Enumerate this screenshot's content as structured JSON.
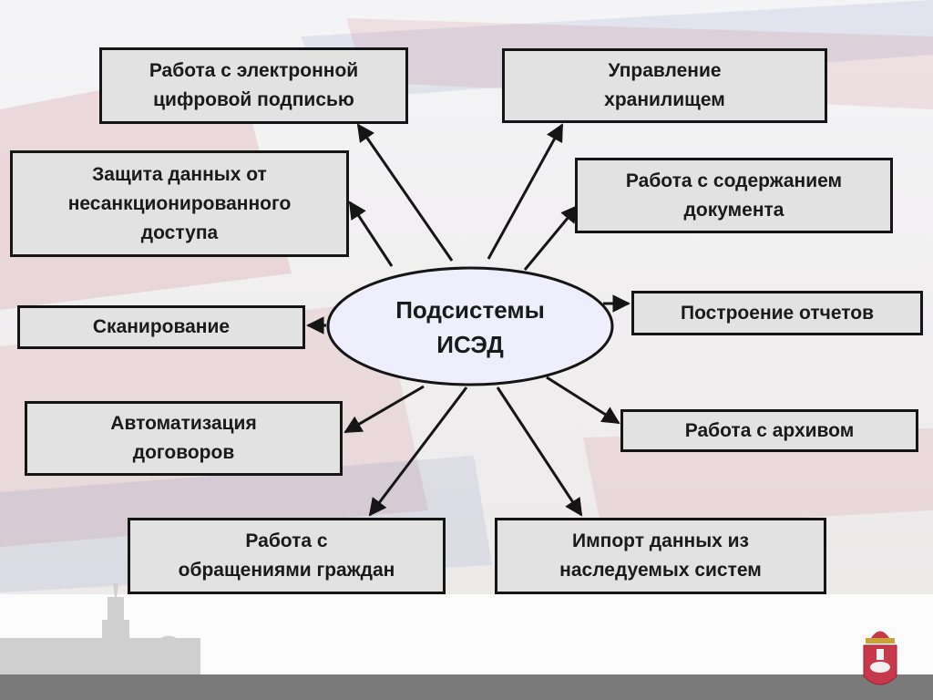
{
  "diagram": {
    "center": {
      "label": "Подсистемы\nИСЭД"
    },
    "nodes": [
      {
        "id": "eds",
        "label": "Работа с электронной\nцифровой подписью"
      },
      {
        "id": "storage",
        "label": "Управление\nхранилищем"
      },
      {
        "id": "protection",
        "label": "Защита данных от\nнесанкционированного\nдоступа"
      },
      {
        "id": "content",
        "label": "Работа с содержанием\nдокумента"
      },
      {
        "id": "scanning",
        "label": "Сканирование"
      },
      {
        "id": "reports",
        "label": "Построение отчетов"
      },
      {
        "id": "contracts",
        "label": "Автоматизация\nдоговоров"
      },
      {
        "id": "archive",
        "label": "Работа с архивом"
      },
      {
        "id": "citizens",
        "label": "Работа с\nобращениями граждан"
      },
      {
        "id": "import",
        "label": "Импорт данных из\nнаследуемых систем"
      }
    ],
    "edges": [
      {
        "from": "center",
        "to": "eds"
      },
      {
        "from": "center",
        "to": "storage"
      },
      {
        "from": "center",
        "to": "protection"
      },
      {
        "from": "center",
        "to": "content"
      },
      {
        "from": "center",
        "to": "scanning"
      },
      {
        "from": "center",
        "to": "reports"
      },
      {
        "from": "center",
        "to": "contracts"
      },
      {
        "from": "center",
        "to": "archive"
      },
      {
        "from": "center",
        "to": "citizens"
      },
      {
        "from": "center",
        "to": "import"
      }
    ]
  },
  "colors": {
    "box_fill": "#e2e2e2",
    "ellipse_fill": "#eeeefc",
    "stroke": "#151515",
    "flag_red": "#b8313a",
    "flag_blue": "#3c58a6"
  },
  "icons": {
    "skyline": "city-skyline-silhouette",
    "emblem": "perm-krai-coat-of-arms"
  }
}
